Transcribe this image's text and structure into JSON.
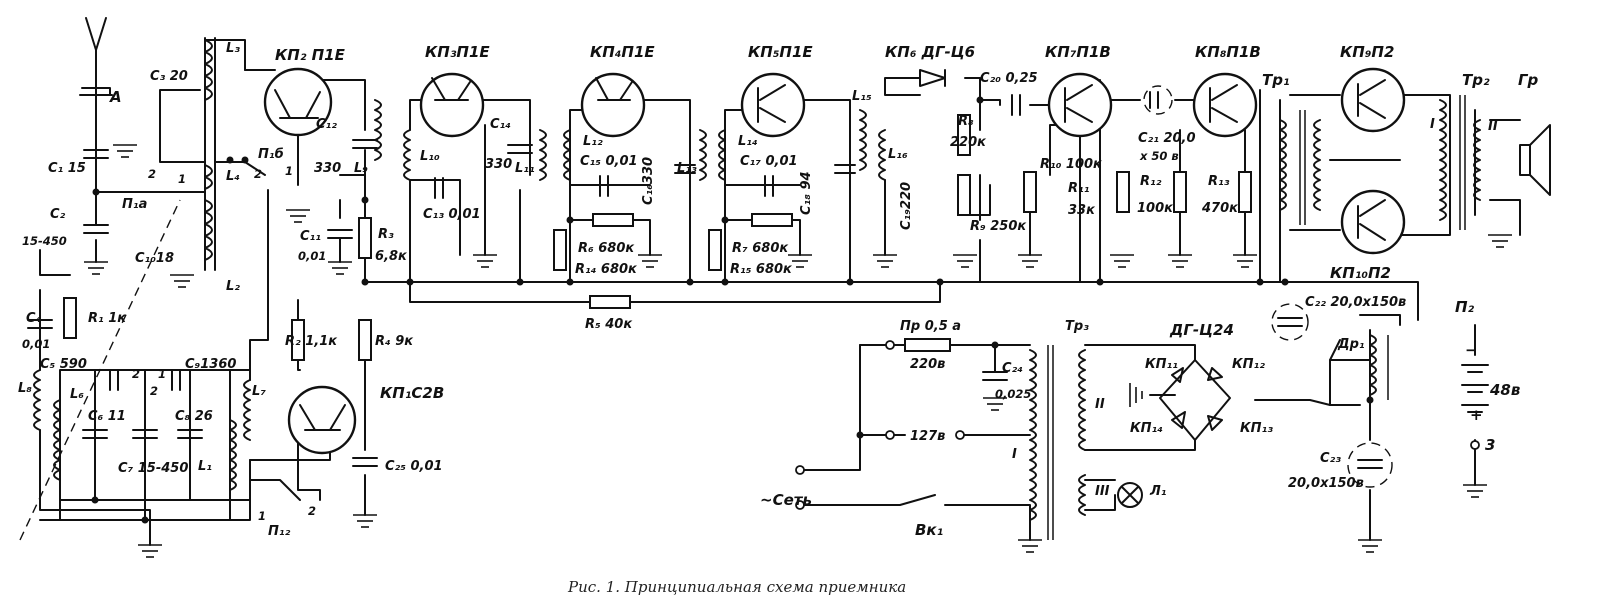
{
  "caption": "Рис. 1. Принципиальная схема приемника",
  "transistors": [
    {
      "id": "kp1",
      "label": "КП₁С2В"
    },
    {
      "id": "kp2",
      "label": "КП₂ П1Е"
    },
    {
      "id": "kp3",
      "label": "КП₃П1Е"
    },
    {
      "id": "kp4",
      "label": "КП₄П1Е"
    },
    {
      "id": "kp5",
      "label": "КП₅П1Е"
    },
    {
      "id": "kp7",
      "label": "КП₇П1В"
    },
    {
      "id": "kp8",
      "label": "КП₈П1В"
    },
    {
      "id": "kp9",
      "label": "КП₉П2"
    },
    {
      "id": "kp10",
      "label": "КП₁₀П2"
    }
  ],
  "diode_label": "КП₆ ДГ-Ц6",
  "bridge": {
    "title": "ДГ-Ц24",
    "d1": "КП₁₁",
    "d2": "КП₁₂",
    "d3": "КП₁₄",
    "d4": "КП₁₃"
  },
  "labels": {
    "antenna": "А",
    "c1": "C₁ 15",
    "c2": "C₂",
    "c2v": "15-450",
    "c3": "C₃ 20",
    "c4": "C₄",
    "c4v": "0,01",
    "c5": "C₅ 590",
    "c6": "C₆ 11",
    "c7": "C₇ 15-450",
    "c8": "C₈ 26",
    "c9": "C₉1360",
    "c10": "C₁₀18",
    "c11": "C₁₁",
    "c11v": "0,01",
    "c12": "C₁₂",
    "c12v": "330",
    "c13": "C₁₃ 0,01",
    "c14": "C₁₄",
    "c14v": "330",
    "c15": "C₁₅ 0,01",
    "c16": "C₁₆330",
    "c17": "C₁₇ 0,01",
    "c18": "C₁₈ 94",
    "c19": "C₁₉220",
    "c20": "C₂₀ 0,25",
    "c21": "C₂₁ 20,0",
    "c21v": "х 50 в",
    "c22": "C₂₂ 20,0х150в",
    "c23": "C₂₃",
    "c23v": "20,0х150в",
    "c24": "C₂₄",
    "c24v": "0,025",
    "c25": "C₂₅ 0,01",
    "r1": "R₁ 1к",
    "r2": "R₂ 1,1к",
    "r3": "R₃",
    "r3v": "6,8к",
    "r4": "R₄ 9к",
    "r5": "R₅ 40к",
    "r6": "R₆ 680к",
    "r14": "R₁₄ 680к",
    "r7": "R₇ 680к",
    "r15": "R₁₅ 680к",
    "r8": "R₈",
    "r8v": "220к",
    "r9": "R₉ 250к",
    "r10": "R₁₀ 100к",
    "r11": "R₁₁",
    "r11v": "33к",
    "r12": "R₁₂",
    "r12v": "100к",
    "r13": "R₁₃",
    "r13v": "470к",
    "l1": "L₁",
    "l2": "L₂",
    "l3": "L₃",
    "l4": "L₄",
    "l6": "L₆",
    "l7": "L₇",
    "l8": "L₈",
    "l9": "L₉",
    "l10": "L₁₀",
    "l11": "L₁₁",
    "l12": "L₁₂",
    "l13": "L₁₃",
    "l14": "L₁₄",
    "l15": "L₁₅",
    "l16": "L₁₆",
    "p1a": "П₁а",
    "p1b": "П₁б",
    "p12": "П₁₂",
    "p2": "П₂",
    "tr1": "Тр₁",
    "tr2": "Тр₂",
    "tr3": "Тр₃",
    "gr": "Гр",
    "wI": "I",
    "wII": "II",
    "wIII": "III",
    "fuse": "Пр 0,5 а",
    "v220": "220в",
    "v127": "127в",
    "mains": "~Сеть",
    "switch": "Вк₁",
    "lamp": "Л₁",
    "dr1": "Др₁",
    "batt": "48в",
    "minus": "−",
    "plus": "+",
    "term3": "3",
    "n1": "1",
    "n2": "2"
  }
}
